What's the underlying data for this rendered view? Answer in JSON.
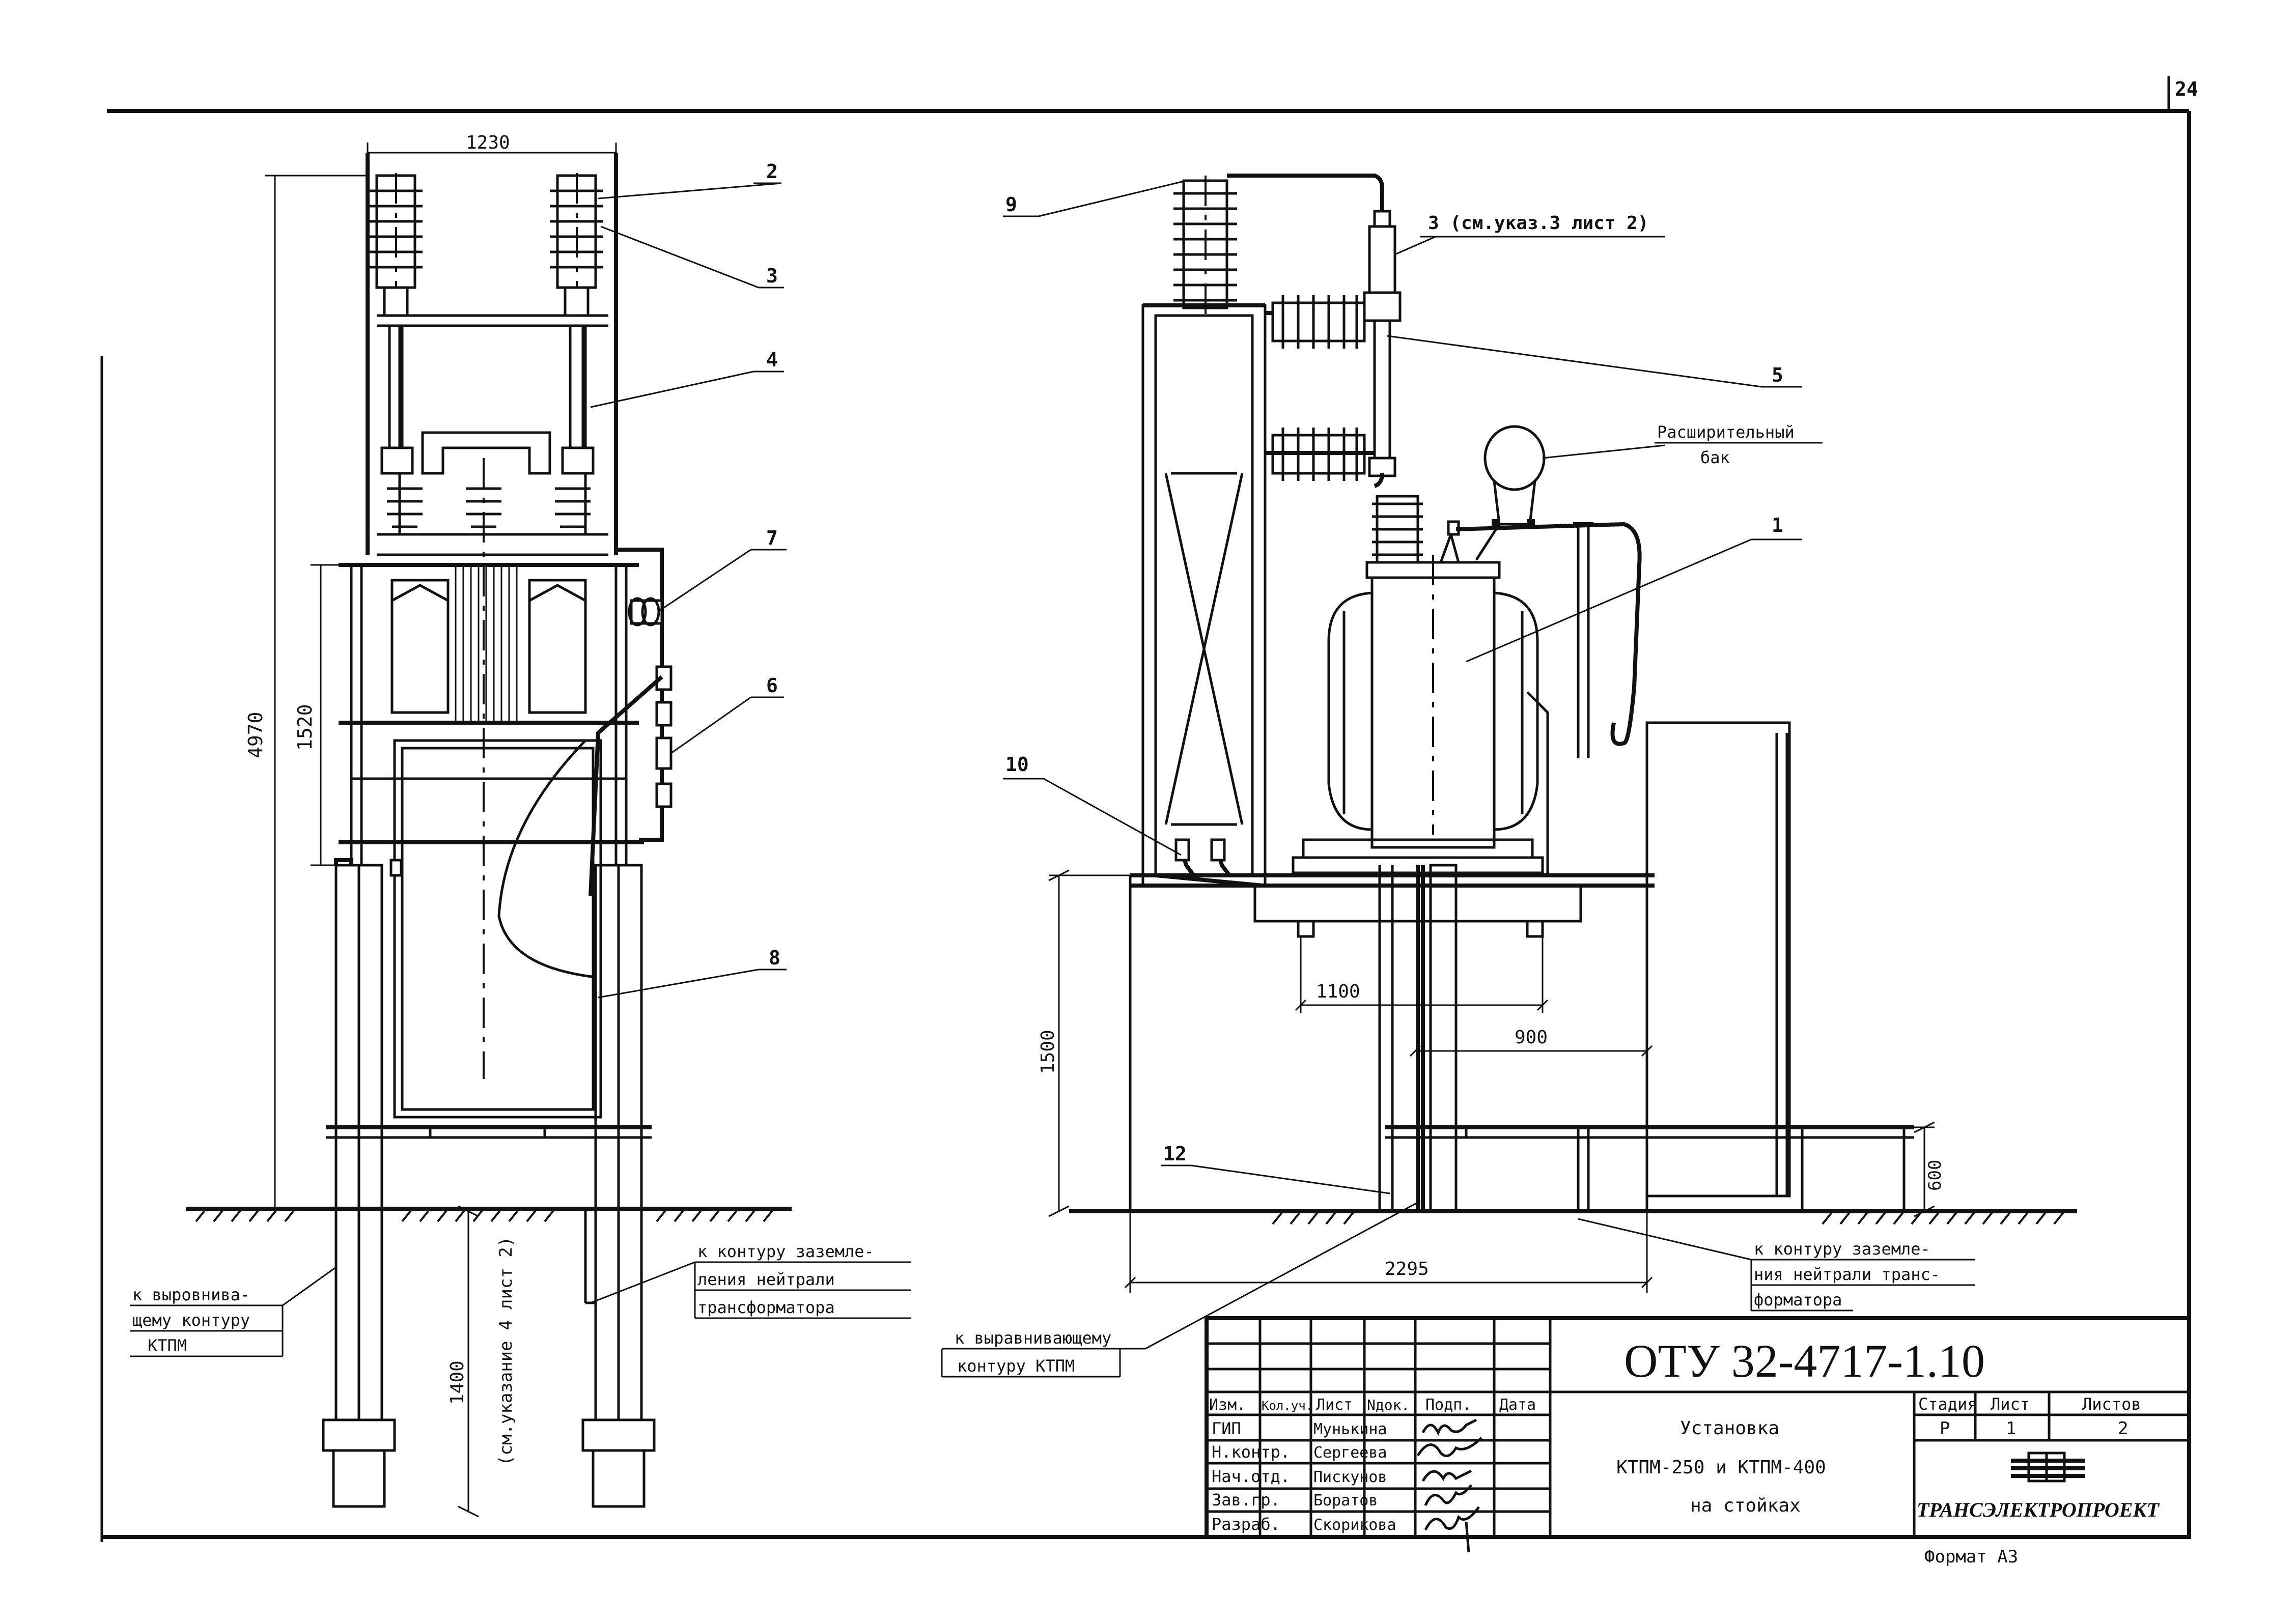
{
  "sheet": {
    "page_number": "24",
    "format_note": "Формат А3"
  },
  "left_view": {
    "dims": {
      "width_top": "1230",
      "total_height": "4970",
      "frame_height": "1520",
      "leg_depth": "1400",
      "leg_note": "(см.указание 4 лист 2)"
    },
    "callouts": [
      "2",
      "3",
      "4",
      "7",
      "6",
      "8"
    ],
    "labels": {
      "equalizing_contour": [
        "к выровнива-",
        "щему контуру",
        "КТПМ"
      ],
      "neutral_ground": [
        "к контуру заземле-",
        "ления нейтрали",
        "трансформатора"
      ]
    }
  },
  "right_view": {
    "dims": {
      "dim_1100": "1100",
      "dim_900": "900",
      "dim_1500": "1500",
      "dim_2295": "2295",
      "dim_600": "600"
    },
    "callouts": {
      "c9": "9",
      "c3": "3 (см.указ.3 лист 2)",
      "c5": "5",
      "c1": "1",
      "c10": "10",
      "c12": "12",
      "expansion_tank": [
        "Расширительный",
        "бак"
      ]
    },
    "labels": {
      "equalizing_contour": [
        "к выравнивающему",
        "контуру КТПМ"
      ],
      "neutral_ground": [
        "к контуру заземле-",
        "ния нейтрали транс-",
        "форматора"
      ]
    }
  },
  "title_block": {
    "doc_code": "ОТУ 32-4717-1.10",
    "headers": [
      "Изм.",
      "Кол.уч.",
      "Лист",
      "Nдок.",
      "Подп.",
      "Дата"
    ],
    "rows": [
      {
        "role": "ГИП",
        "name": "Мунькина"
      },
      {
        "role": "Н.контр.",
        "name": "Сергеева"
      },
      {
        "role": "Нач.отд.",
        "name": "Пискунов"
      },
      {
        "role": "Зав.гр.",
        "name": "Боратов"
      },
      {
        "role": "Разраб.",
        "name": "Скорикова"
      }
    ],
    "title_lines": [
      "Установка",
      "КТПМ-250 и КТПМ-400",
      "на стойках"
    ],
    "stage_headers": [
      "Стадия",
      "Лист",
      "Листов"
    ],
    "stage_values": [
      "Р",
      "1",
      "2"
    ],
    "organization": "ТРАНСЭЛЕКТРОПРОЕКТ"
  }
}
